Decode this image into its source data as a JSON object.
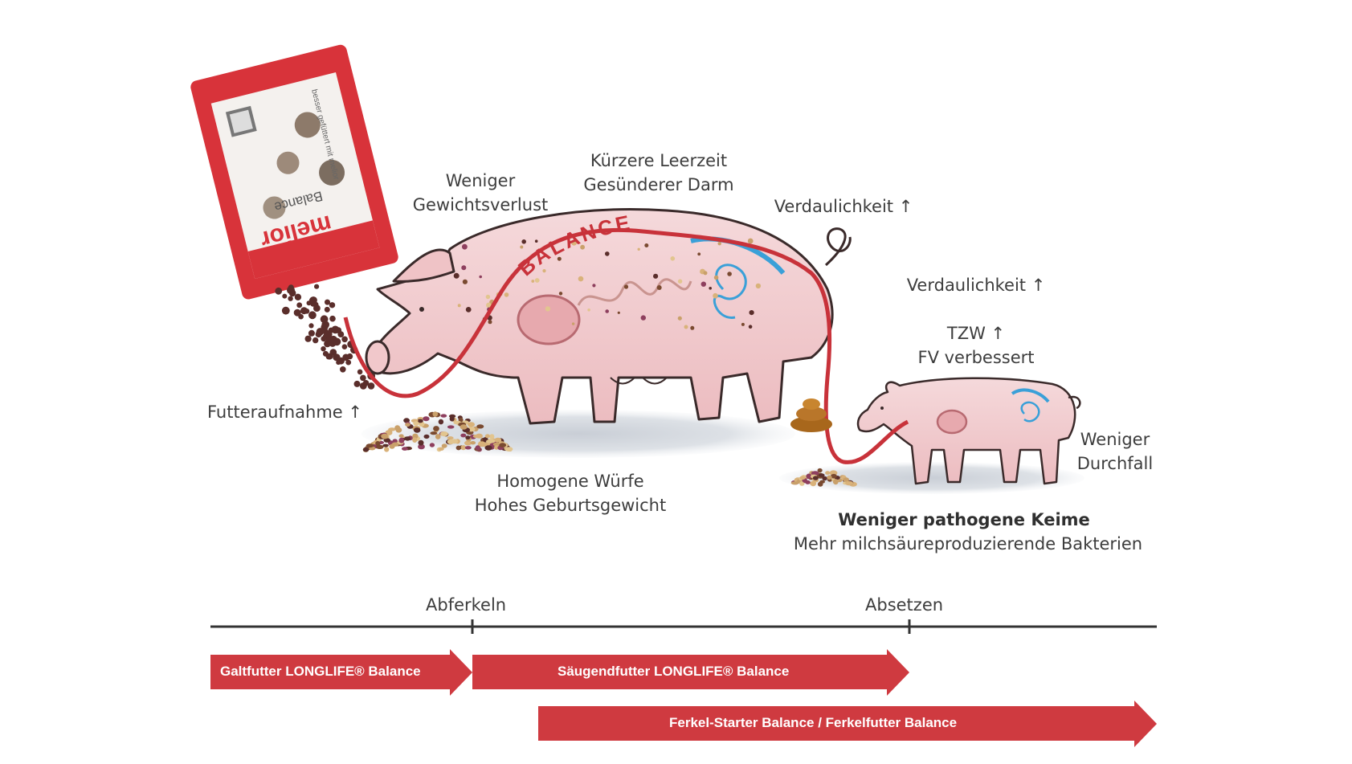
{
  "bag": {
    "brand": "melior",
    "product": "Balance",
    "slogan": "besser gefüttert mit melior"
  },
  "pig_banner": "BALANCE",
  "labels": {
    "weight_loss": [
      "Weniger",
      "Gewichtsverlust"
    ],
    "gut": [
      "Kürzere Leerzeit",
      "Gesünderer Darm"
    ],
    "digestibility_sow": "Verdaulichkeit ↑",
    "digestibility_piglet": "Verdaulichkeit ↑",
    "tzw": "TZW ↑",
    "fv": "FV verbessert",
    "feed_intake": "Futteraufnahme ↑",
    "litters": [
      "Homogene Würfe",
      "Hohes Geburtsgewicht"
    ],
    "diarrhea": [
      "Weniger",
      "Durchfall"
    ],
    "pathogens": "Weniger pathogene Keime",
    "bacteria": "Mehr milchsäureproduzierende Bakterien"
  },
  "timeline": {
    "farrowing": "Abferkeln",
    "weaning": "Absetzen"
  },
  "products": {
    "dry_sow": "Galtfutter LONGLIFE® Balance",
    "lactation": "Säugendfutter LONGLIFE® Balance",
    "piglet": "Ferkel-Starter Balance / Ferkelfutter Balance"
  },
  "colors": {
    "brand_red": "#cf3a40",
    "pig_fill": "#f2c9cc",
    "outline": "#3a2a2a",
    "tube_red": "#c8323a"
  }
}
